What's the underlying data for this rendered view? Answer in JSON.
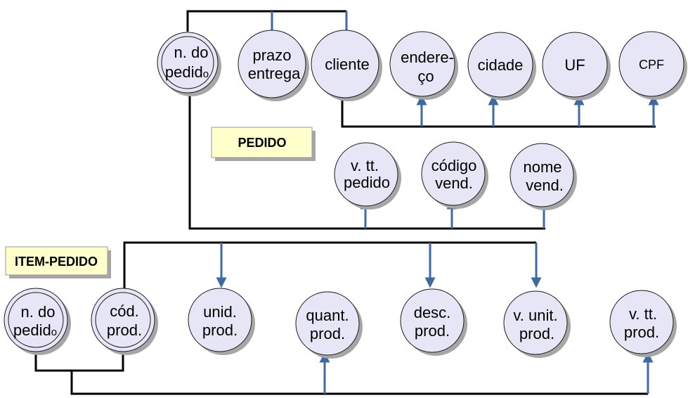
{
  "labels": {
    "pedido": "PEDIDO",
    "item_pedido": "ITEM-PEDIDO"
  },
  "pedido_nodes": {
    "n_pedido": {
      "line1": "n. do",
      "line2": "pedid",
      "sub": "o"
    },
    "prazo_entrega": {
      "line1": "prazo",
      "line2": "entrega"
    },
    "cliente": {
      "line1": "cliente"
    },
    "endereco": {
      "line1": "endere-",
      "line2": "ço"
    },
    "cidade": {
      "line1": "cidade"
    },
    "uf": {
      "line1": "UF"
    },
    "cpf": {
      "line1": "CPF"
    },
    "v_tt_pedido": {
      "line1": "v. tt.",
      "line2": "pedido"
    },
    "codigo_vend": {
      "line1": "código",
      "line2": "vend."
    },
    "nome_vend": {
      "line1": "nome",
      "line2": "vend."
    }
  },
  "item_nodes": {
    "n_pedido": {
      "line1": "n. do",
      "line2": "pedid",
      "sub": "o"
    },
    "cod_prod": {
      "line1": "cód.",
      "line2": "prod."
    },
    "unid_prod": {
      "line1": "unid.",
      "line2": "prod."
    },
    "quant_prod": {
      "line1": "quant.",
      "line2": "prod."
    },
    "desc_prod": {
      "line1": "desc.",
      "line2": "prod."
    },
    "v_unit_prod": {
      "line1": "v. unit.",
      "line2": "prod."
    },
    "v_tt_prod": {
      "line1": "v. tt.",
      "line2": "prod."
    }
  },
  "colors": {
    "node_fill": "#e6e6f7",
    "node_stroke": "#1a1a1a",
    "shadow": "#a6a6a6",
    "arrow": "#3d6aa3",
    "line": "#000000",
    "label_fill": "#ffffcc"
  }
}
